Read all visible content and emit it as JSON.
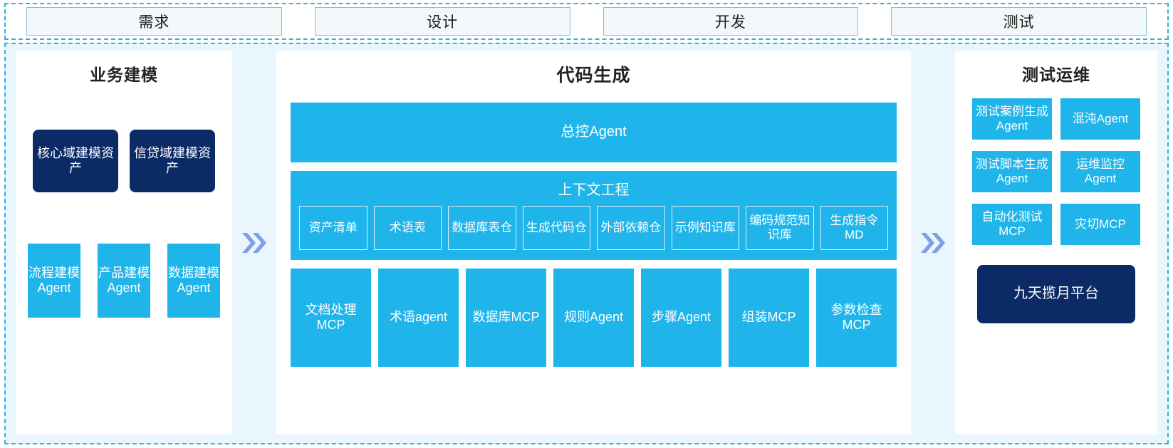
{
  "phases": {
    "items": [
      {
        "label": "需求"
      },
      {
        "label": "设计"
      },
      {
        "label": "开发"
      },
      {
        "label": "测试"
      }
    ]
  },
  "colors": {
    "cyan": "#1fb4ea",
    "navy": "#0c2a66",
    "frame_border": "#2fb3d9",
    "frame_background": "#e9f6fd",
    "chevron": "#7e9fe8",
    "phase_fill": "#f2f7fa",
    "phase_border": "#87bdd6",
    "title_text": "#222222"
  },
  "left_panel": {
    "title": "业务建模",
    "assets": [
      {
        "label": "核心域建模资产"
      },
      {
        "label": "信贷域建模资产"
      }
    ],
    "agents": [
      {
        "label": "流程建模Agent"
      },
      {
        "label": "产品建模Agent"
      },
      {
        "label": "数据建模Agent"
      }
    ]
  },
  "chevron_icon": "double-chevron-right",
  "mid_panel": {
    "title": "代码生成",
    "master_agent": "总控Agent",
    "context": {
      "title": "上下文工程",
      "items": [
        {
          "label": "资产清单"
        },
        {
          "label": "术语表"
        },
        {
          "label": "数据库表仓"
        },
        {
          "label": "生成代码仓"
        },
        {
          "label": "外部依赖仓"
        },
        {
          "label": "示例知识库"
        },
        {
          "label": "编码规范知识库"
        },
        {
          "label": "生成指令MD"
        }
      ]
    },
    "tools": [
      {
        "label": "文档处理MCP"
      },
      {
        "label": "术语agent"
      },
      {
        "label": "数据库MCP"
      },
      {
        "label": "规则Agent"
      },
      {
        "label": "步骤Agent"
      },
      {
        "label": "组装MCP"
      },
      {
        "label": "参数检查MCP"
      }
    ]
  },
  "right_panel": {
    "title": "测试运维",
    "items": [
      {
        "label": "测试案例生成Agent"
      },
      {
        "label": "混沌Agent"
      },
      {
        "label": "测试脚本生成Agent"
      },
      {
        "label": "运维监控Agent"
      },
      {
        "label": "自动化测试MCP"
      },
      {
        "label": "灾切MCP"
      }
    ],
    "platform": "九天揽月平台"
  }
}
